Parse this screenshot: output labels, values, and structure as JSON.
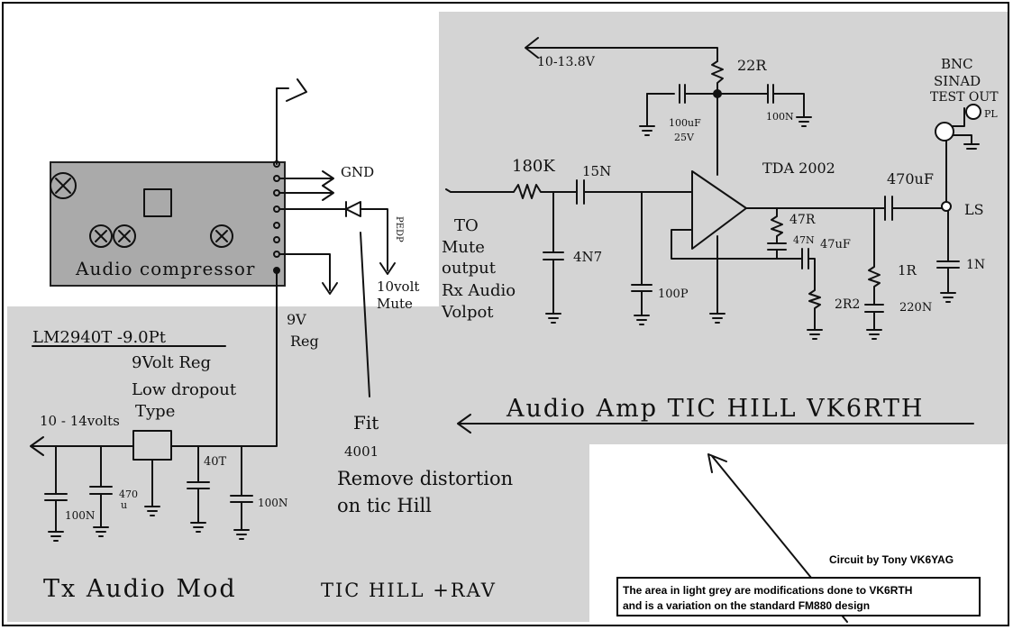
{
  "labels": {
    "supply_top": "10-13.8V",
    "r_22": "22R",
    "cap_100uf": "100uF",
    "cap_25v": "25V",
    "cap_100n_top": "100N",
    "bnc_1": "BNC",
    "bnc_2": "SINAD",
    "bnc_3": "TEST OUT",
    "bnc_4": "PL",
    "r_180k": "180K",
    "c_15n": "15N",
    "ic_name": "TDA 2002",
    "c_470uf": "470uF",
    "ls": "LS",
    "in_1": "TO",
    "in_2": "Mute",
    "in_3": "output",
    "in_4": "Rx Audio",
    "in_5": "Volpot",
    "c_4n7": "4N7",
    "c_100p": "100P",
    "r_47r": "47R",
    "c_47n": "47N",
    "c_47uf": "47uF",
    "r_2r2": "2R2",
    "r_1r": "1R",
    "c_220n": "220N",
    "c_1n": "1N",
    "amp_title": "Audio Amp TIC HILL VK6RTH",
    "gnd": "GND",
    "diode_label": "PEDP",
    "mute_1": "10volt",
    "mute_2": "Mute",
    "compressor": "Audio compressor",
    "reg_9v_1": "9V",
    "reg_9v_2": "Reg",
    "reg_part": "LM2940T -9.0Pt",
    "reg_desc_1": "9Volt Reg",
    "reg_desc_2": "Low dropout",
    "reg_desc_3": "Type",
    "supply_left": "10 - 14volts",
    "c_100n_l": "100N",
    "c_470": "470",
    "c_470u": "u",
    "c_40t": "40T",
    "c_100n_r": "100N",
    "fit_1": "Fit",
    "fit_2": "4001",
    "fit_3": "Remove distortion",
    "fit_4": "on tic Hill",
    "tx_title": "Tx Audio Mod",
    "tx_sub": "TIC HILL +RAV",
    "credit": "Circuit by Tony VK6YAG",
    "note_1": "The area in light grey are modifications done to VK6RTH",
    "note_2": "and is a variation on the standard FM880 design"
  }
}
